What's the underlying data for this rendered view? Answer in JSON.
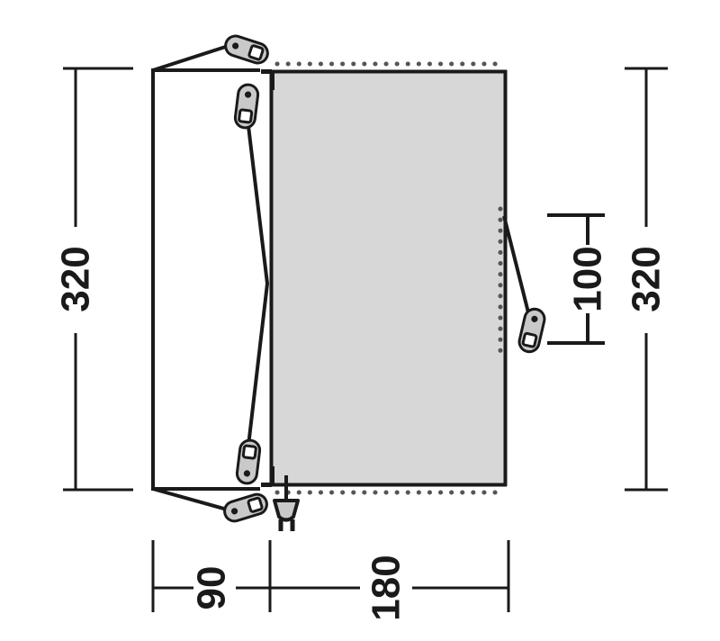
{
  "drawing": {
    "type": "technical-floor-plan",
    "title": "Tent / awning footprint plan view",
    "units": "cm",
    "colors": {
      "line": "#1a1a1a",
      "fill_panel": "#d7d7d7",
      "fill_peg": "#c9c9c9",
      "background": "#ffffff",
      "dotted": "#555555"
    }
  },
  "dimensions": {
    "left_vertical": {
      "label": "320",
      "name": "overall-depth-left"
    },
    "right_vertical": {
      "label": "320",
      "name": "overall-depth-right"
    },
    "right_inner_vertical": {
      "label": "100",
      "name": "guy-line-offset"
    },
    "bottom_left": {
      "label": "90",
      "name": "canopy-extension-width"
    },
    "bottom_right": {
      "label": "180",
      "name": "main-body-width"
    }
  },
  "elements": {
    "panel": {
      "name": "main-gray-panel",
      "description": "Main rectangular tent body"
    },
    "canopy_outline": {
      "name": "canopy-outline",
      "description": "Outer canopy / porch outline to the left"
    },
    "dotted_top": {
      "name": "dotted-edge-top",
      "description": "Dotted line marking top fabric edge"
    },
    "dotted_bottom": {
      "name": "dotted-edge-bottom",
      "description": "Dotted line marking bottom fabric edge"
    },
    "dotted_right": {
      "name": "dotted-edge-right",
      "description": "Dotted line marking right fabric edge"
    },
    "plug": {
      "name": "power-plug-icon",
      "description": "Electrical cable entry point"
    },
    "pegs": [
      {
        "name": "peg-top-left",
        "label": ""
      },
      {
        "name": "peg-upper-mid",
        "label": ""
      },
      {
        "name": "peg-lower-mid",
        "label": ""
      },
      {
        "name": "peg-bottom-left",
        "label": ""
      },
      {
        "name": "peg-right",
        "label": ""
      }
    ]
  }
}
